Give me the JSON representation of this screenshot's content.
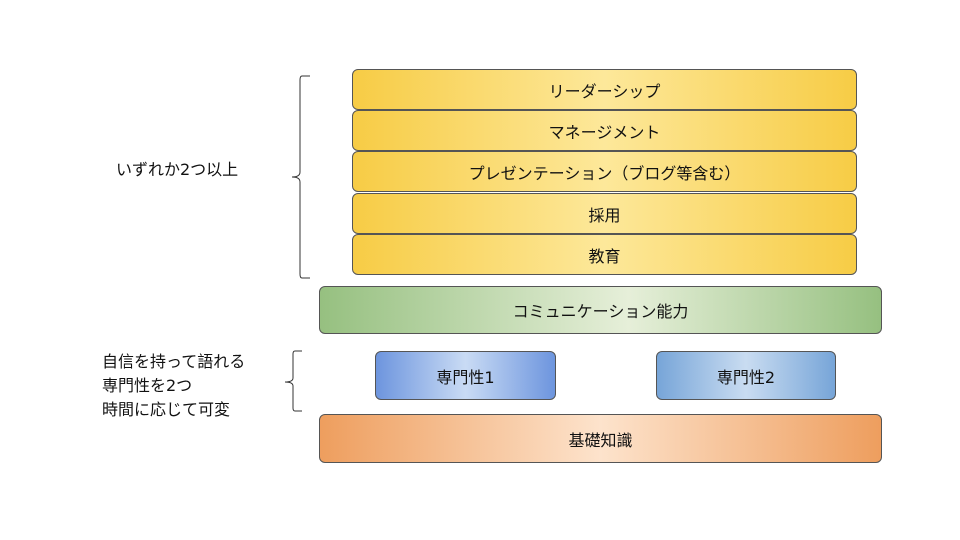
{
  "top_group": {
    "note": "いずれか2つ以上",
    "items": [
      "リーダーシップ",
      "マネージメント",
      "プレゼンテーション（ブログ等含む）",
      "採用",
      "教育"
    ]
  },
  "communication": "コミュニケーション能力",
  "specialty_group": {
    "note_lines": [
      "自信を持って語れる",
      "専門性を2つ",
      "時間に応じて可変"
    ],
    "items": [
      "専門性1",
      "専門性2"
    ]
  },
  "foundation": "基礎知識",
  "colors": {
    "leadership_layer": "#f7cc45",
    "communication_layer": "#96c080",
    "specialty_layer": "#6d95de",
    "foundation_layer": "#ee9e5e",
    "outline": "#555555"
  }
}
